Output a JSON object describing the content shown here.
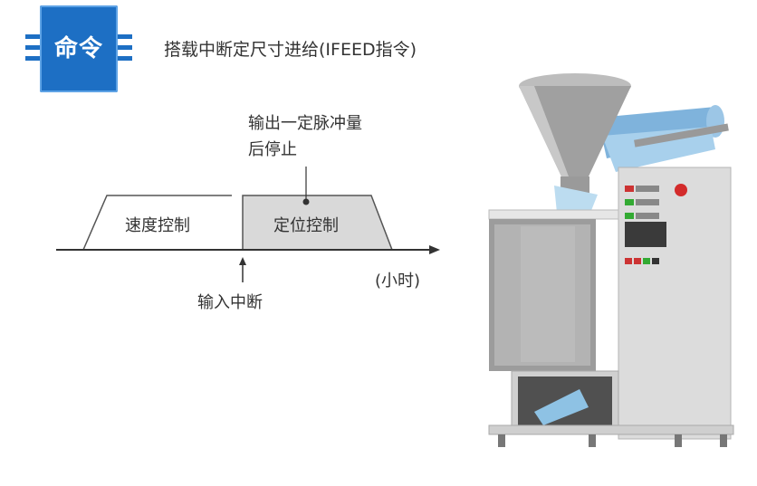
{
  "header": {
    "icon_label": "命令",
    "title": "搭载中断定尺寸进给(IFEED指令)"
  },
  "diagram": {
    "speed_region_label": "速度控制",
    "position_region_label": "定位控制",
    "annotation_top_line1": "输出一定脉冲量",
    "annotation_top_line2": "后停止",
    "interrupt_label": "输入中断",
    "axis_unit_label": "(小时)"
  },
  "colors": {
    "chip_blue": "#1d6fc4",
    "position_fill": "#d9d9d9",
    "line": "#333333"
  },
  "icons": [
    "chip-command-icon",
    "packaging-machine-image"
  ]
}
